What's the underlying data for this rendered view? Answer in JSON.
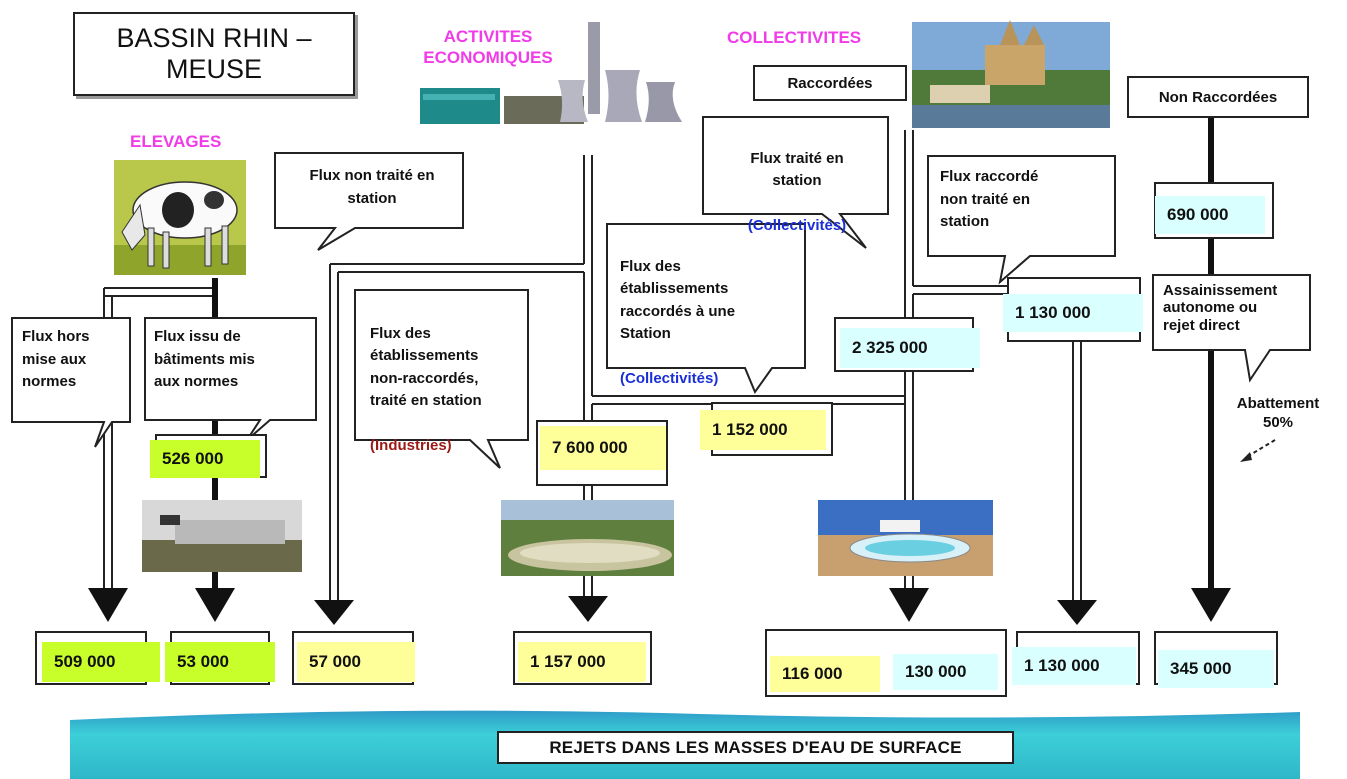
{
  "title": "BASSIN RHIN –\nMEUSE",
  "headers": {
    "elevages": "ELEVAGES",
    "activites": "ACTIVITES\nECONOMIQUES",
    "collectivites": "COLLECTIVITES",
    "raccordees": "Raccordées",
    "non_raccordees": "Non Raccordées"
  },
  "bubbles": {
    "hors_normes": "Flux hors\nmise aux\nnormes",
    "issu_batiments": "Flux issu de\nbâtiments mis\naux normes",
    "non_traite": "Flux non traité en\nstation",
    "non_raccordes_line1": "Flux des\nétablissements\nnon-raccordés,\ntraité en station",
    "non_raccordes_tag": "(Industries)",
    "raccordes_line1": "Flux des\nétablissements\nraccordés à une\nStation",
    "raccordes_tag": "(Collectivités)",
    "traite_station_line1": "Flux traité en\nstation",
    "traite_station_tag": "(Collectivités)",
    "raccorde_non_traite": "Flux raccordé\nnon traité en\nstation",
    "assainissement": "Assainissement\nautonome ou\nrejet direct"
  },
  "abattement": "Abattement\n50%",
  "values": {
    "v526": "526 000",
    "v7600": "7 600 000",
    "v1152": "1 152 000",
    "v2325": "2 325 000",
    "v1130_top": "1 130 000",
    "v690": "690 000",
    "v509": "509 000",
    "v53": "53 000",
    "v57": "57 000",
    "v1157": "1 157 000",
    "v116": "116 000",
    "v130": "130 000",
    "v1130_bottom": "1 130 000",
    "v345": "345 000"
  },
  "bottom_label": "REJETS DANS LES MASSES D'EAU DE SURFACE",
  "colors": {
    "green": "#c8ff2a",
    "yellow": "#ffff9a",
    "cyan": "#d9ffff",
    "water": "#3ccfd8",
    "magenta": "#f03ce8"
  }
}
